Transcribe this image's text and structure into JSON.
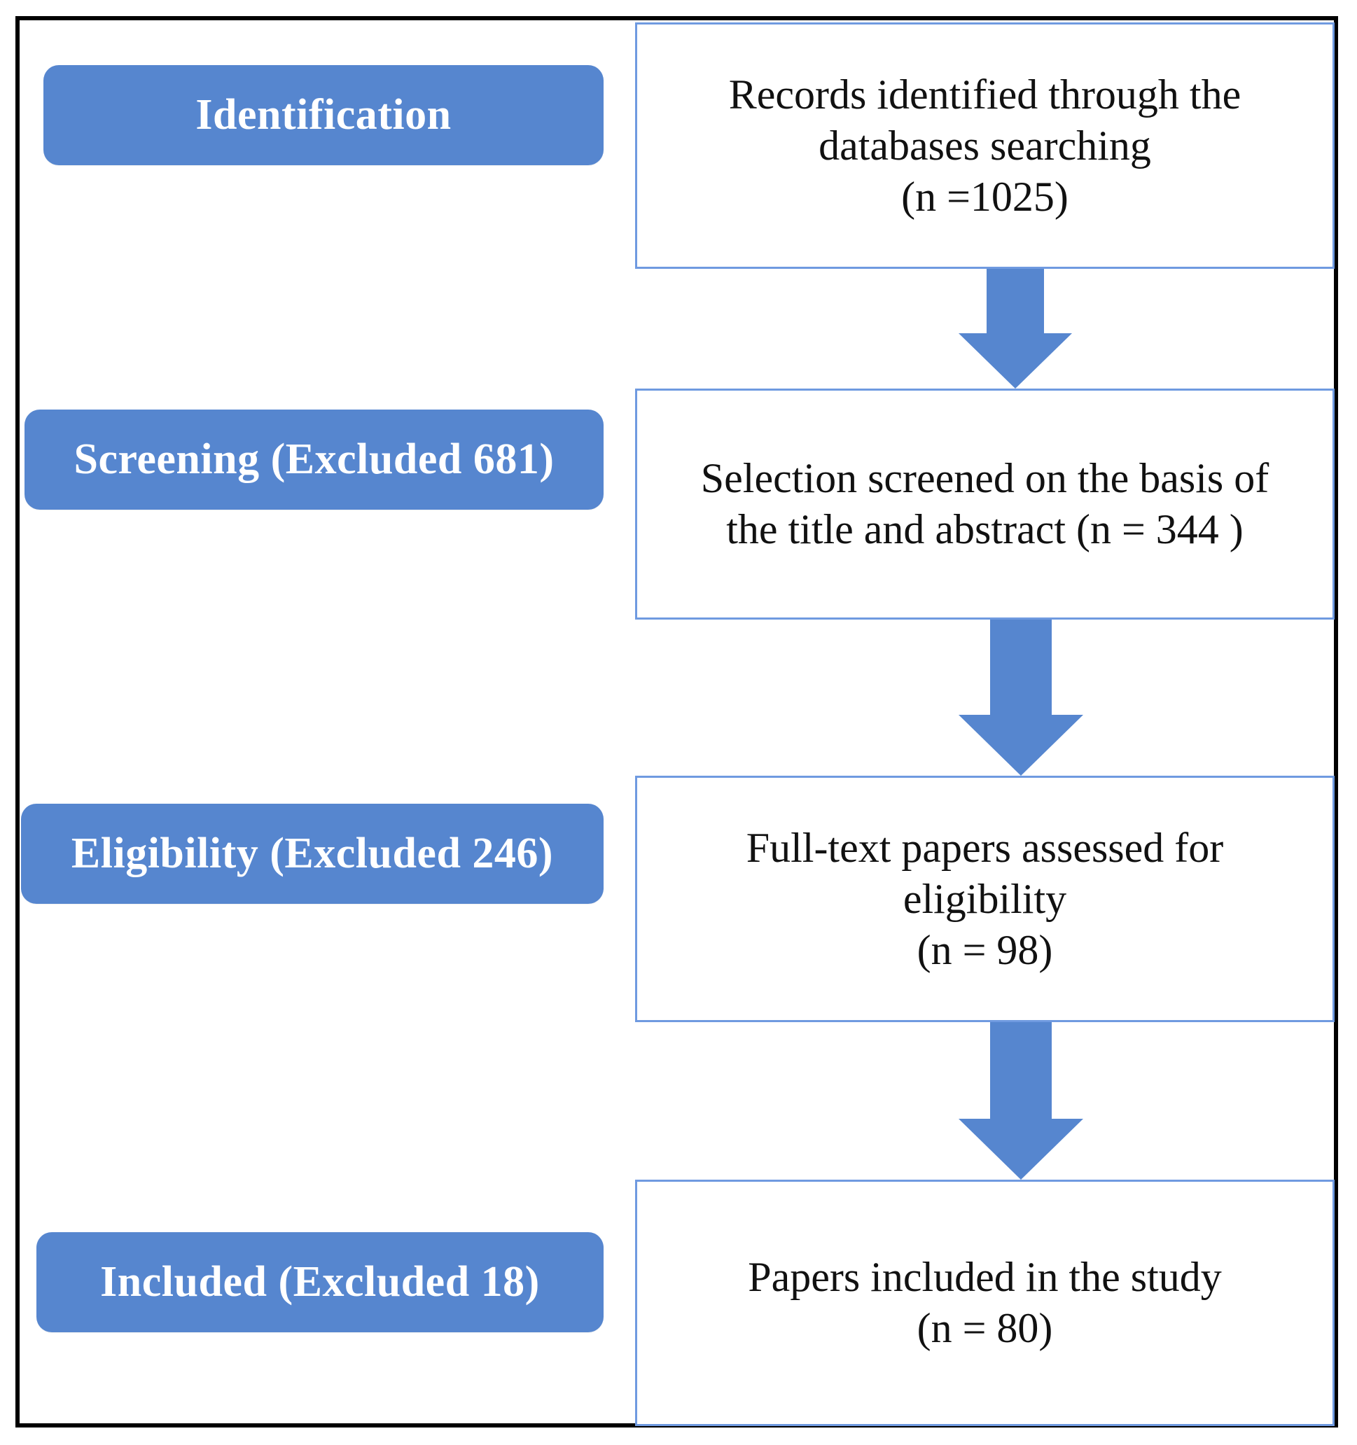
{
  "colors": {
    "stage_fill": "#5686cf",
    "box_border": "#6f9ae0",
    "arrow_fill": "#5686cf",
    "frame_border": "#000000"
  },
  "stages": [
    {
      "label": "Identification"
    },
    {
      "label": "Screening (Excluded 681)"
    },
    {
      "label": "Eligibility (Excluded 246)"
    },
    {
      "label": "Included (Excluded 18)"
    }
  ],
  "boxes": [
    {
      "lines": [
        "Records identified through the",
        "databases searching",
        "(n =1025)"
      ]
    },
    {
      "lines": [
        "Selection screened on the basis of",
        "the title and abstract (n = 344 )"
      ]
    },
    {
      "lines": [
        "Full-text papers assessed for",
        "eligibility",
        "(n = 98)"
      ]
    },
    {
      "lines": [
        "Papers included in the study",
        "(n = 80)"
      ]
    }
  ],
  "arrows": [
    {
      "icon": "down-arrow-icon"
    },
    {
      "icon": "down-arrow-icon"
    },
    {
      "icon": "down-arrow-icon"
    }
  ]
}
